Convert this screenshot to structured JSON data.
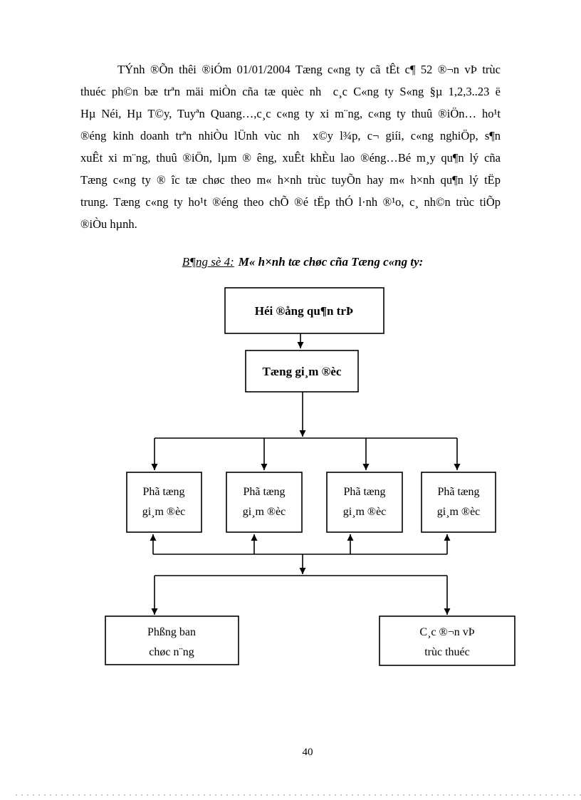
{
  "document": {
    "paragraph_lines": [
      "TÝnh ®Õn thêi ®iÓm 01/01/2004 Tæng c«ng ty cã tÊt c¶ 52 ®¬n vÞ trùc",
      "thuéc ph©n bæ trªn mäi miÒn cña tæ quèc nh  c¸c C«ng ty S«ng §µ 1,2,3..23 ë",
      "Hµ Néi, Hµ T©y, Tuyªn Quang…,c¸c c«ng ty xi m¨ng, c«ng ty thuû ®iÖn… ho¹t",
      "®éng kinh doanh trªn nhiÒu lÜnh vùc nh  x©y l¾p, c¬ giíi, c«ng nghiÖp, s¶n",
      "xuÊt xi m¨ng, thuû ®iÖn, lµm ® êng, xuÊt khÈu lao ®éng…Bé m¸y qu¶n lý cña",
      "Tæng c«ng ty ® îc tæ chøc theo m« h×nh trùc tuyÕn hay m« h×nh qu¶n lý tËp",
      "trung. Tæng c«ng ty ho¹t ®éng theo chÕ ®é tËp thÓ l·nh ®¹o, c¸ nh©n trùc tiÕp",
      "®iÒu hµnh."
    ],
    "caption_label": "B¶ng sè 4:",
    "caption_title": "M« h×nh tæ chøc cña Tæng c«ng ty:",
    "page_number": "40"
  },
  "diagram": {
    "board_label": "Héi ®ång qu¶n trÞ",
    "general_director_label": "Tæng gi¸m ®èc",
    "deputy_line1": "Phã tæng",
    "deputy_line2": "gi¸m ®èc",
    "functional_line1": "Phßng ban",
    "functional_line2": "chøc n¨ng",
    "units_line1": "C¸c ®¬n vÞ",
    "units_line2": "trùc thuéc"
  },
  "colors": {
    "ink": "#000000",
    "page_bg": "#ffffff",
    "footer_dots": "#b2deb2"
  }
}
